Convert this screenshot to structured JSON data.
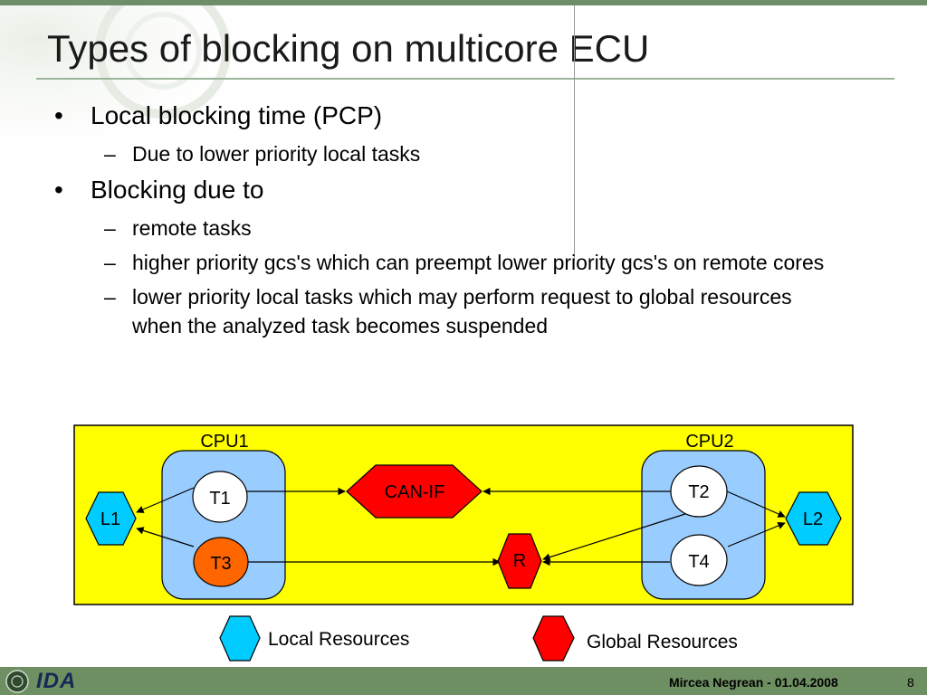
{
  "slide": {
    "title": "Types of blocking on multicore ECU",
    "bullets": [
      {
        "text": "Local blocking time (PCP)",
        "sub": [
          "Due to lower priority local tasks"
        ]
      },
      {
        "text": "Blocking due to",
        "sub": [
          "remote tasks",
          "higher priority gcs's which can preempt lower priority gcs's on remote cores",
          "lower priority local tasks which may perform request to global resources when the analyzed task becomes suspended"
        ]
      }
    ]
  },
  "diagram": {
    "cpu1_label": "CPU1",
    "cpu2_label": "CPU2",
    "tasks": {
      "t1": "T1",
      "t2": "T2",
      "t3": "T3",
      "t4": "T4"
    },
    "resources": {
      "l1": "L1",
      "l2": "L2",
      "can_if": "CAN-IF",
      "r": "R"
    },
    "colors": {
      "background": "#ffff00",
      "cpu": "#99ccff",
      "local_resource": "#00ccff",
      "global_resource": "#ff0000",
      "task": "#ffffff",
      "highlighted_task": "#ff6600"
    }
  },
  "legend": {
    "local": "Local Resources",
    "global": "Global Resources"
  },
  "footer": {
    "logo": "IDA",
    "author": "Mircea Negrean - 01.04.2008",
    "page": "8"
  }
}
